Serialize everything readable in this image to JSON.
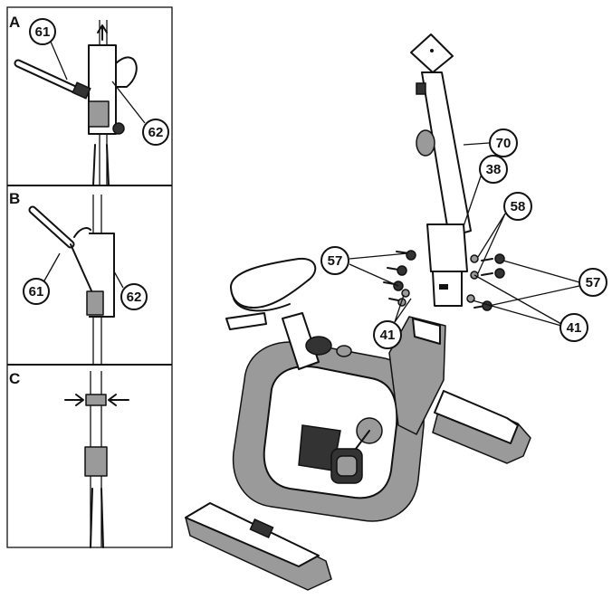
{
  "panels": {
    "a": {
      "letter": "A",
      "callouts": [
        "61",
        "62"
      ]
    },
    "b": {
      "letter": "B",
      "callouts": [
        "61",
        "62"
      ]
    },
    "c": {
      "letter": "C"
    }
  },
  "main_callouts": {
    "part_70": "70",
    "part_38": "38",
    "part_58": "58",
    "part_57_left": "57",
    "part_57_right": "57",
    "part_41_left": "41",
    "part_41_right": "41"
  }
}
